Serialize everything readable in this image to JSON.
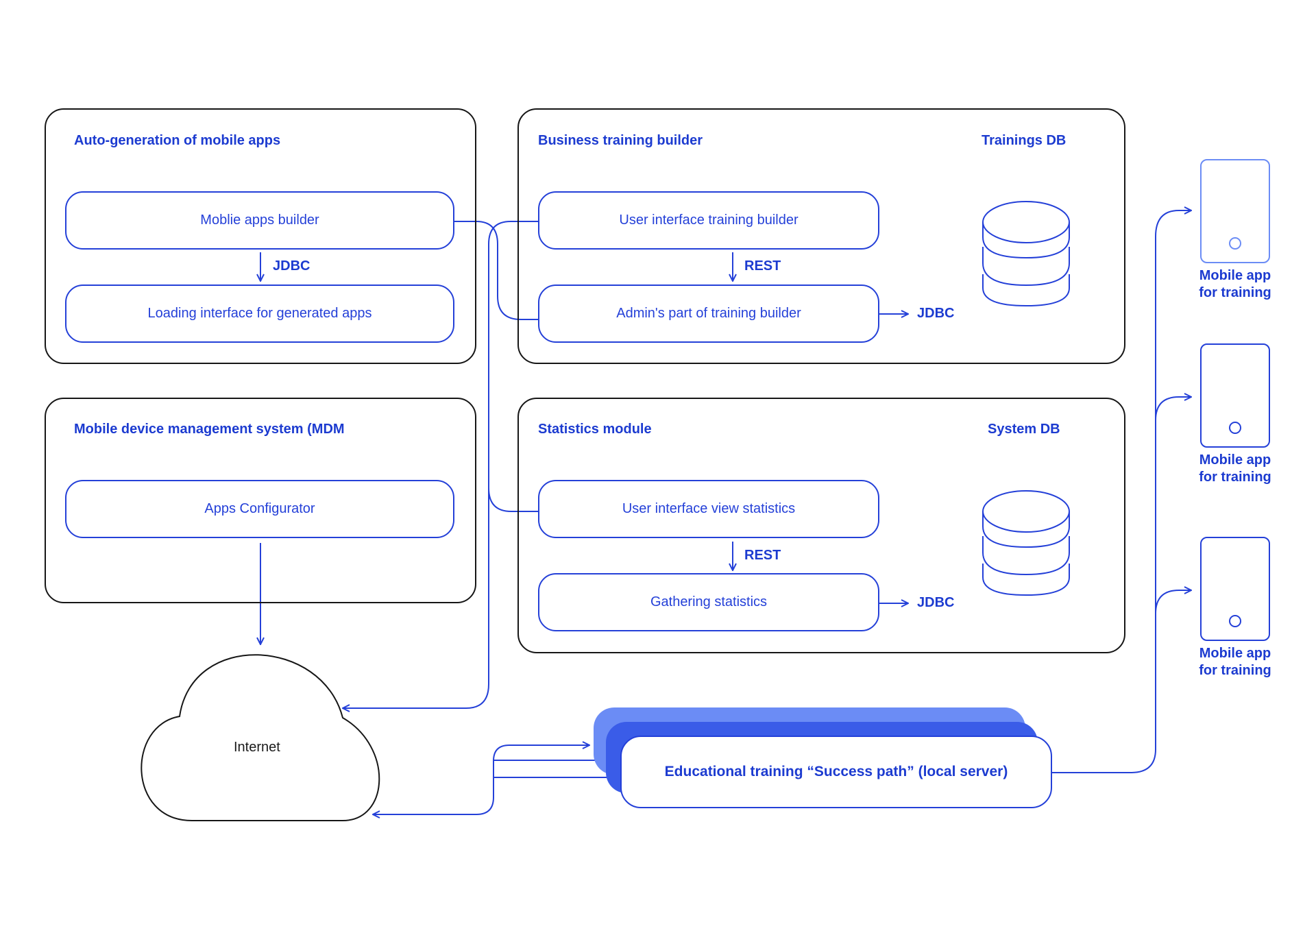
{
  "groups": {
    "autogen": {
      "title": "Auto-generation of mobile apps"
    },
    "business": {
      "title": "Business training builder",
      "db_label": "Trainings DB"
    },
    "mdm": {
      "title": "Mobile device management system (MDM"
    },
    "stats": {
      "title": "Statistics module",
      "db_label": "System DB"
    }
  },
  "nodes": {
    "mobile_apps_builder": "Moblie apps builder",
    "loading_interface": "Loading interface for generated apps",
    "ui_training_builder": "User interface training builder",
    "admin_training_builder": "Admin's part of training builder",
    "apps_configurator": "Apps Configurator",
    "ui_view_statistics": "User interface view statistics",
    "gathering_statistics": "Gathering statistics",
    "educational_training": "Educational training “Success path” (local server)",
    "internet": "Internet"
  },
  "protocols": {
    "autogen_jdbc": "JDBC",
    "business_rest": "REST",
    "business_jdbc": "JDBC",
    "stats_rest": "REST",
    "stats_jdbc": "JDBC"
  },
  "phones": [
    {
      "line1": "Mobile app",
      "line2": "for training"
    },
    {
      "line1": "Mobile app",
      "line2": "for training"
    },
    {
      "line1": "Mobile app",
      "line2": "for training"
    }
  ],
  "colors": {
    "accent": "#2440d8",
    "title": "#1c3bd0",
    "border": "#161616",
    "stack_light": "#6b8cf5",
    "stack_mid": "#3a5ce8"
  },
  "icons": {
    "database": "database-icon",
    "phone": "mobile-phone-icon",
    "cloud": "cloud-icon"
  }
}
